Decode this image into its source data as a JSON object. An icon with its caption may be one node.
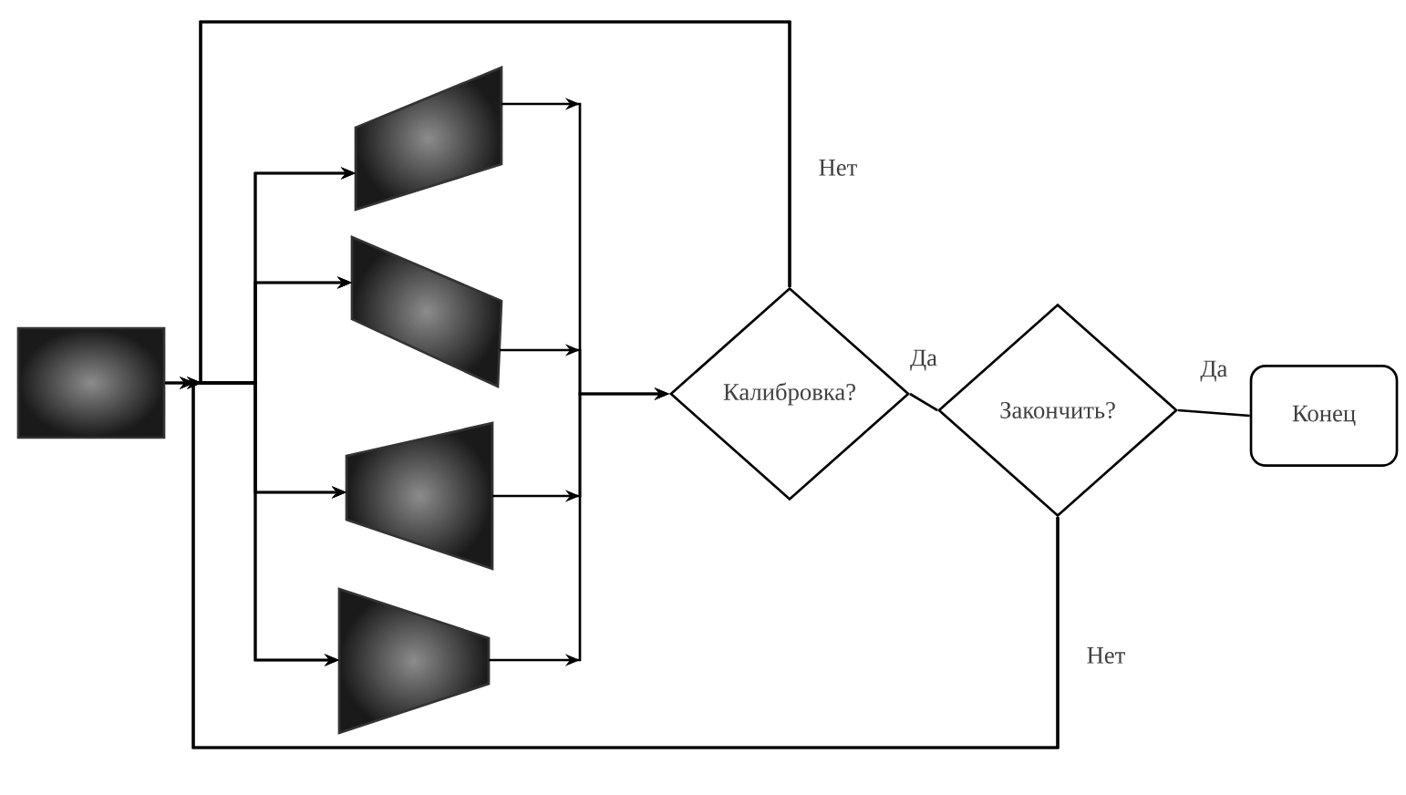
{
  "diagram": {
    "nodes": [
      {
        "text": [],
        "shape": "box"
      },
      {
        "text": [],
        "shape": "parallelogram"
      },
      {
        "text": [],
        "shape": "parallelogram"
      },
      {
        "text": [],
        "shape": "trapezoid"
      },
      {
        "text": [],
        "shape": "trapezoid"
      },
      {
        "text": [
          "Калибровка?"
        ]
      },
      {
        "text": [
          "Закончить?"
        ]
      },
      {
        "text": [
          "Конец"
        ]
      }
    ],
    "edges": [
      {
        "from": 0,
        "to": 1,
        "arrow": "to"
      },
      {
        "from": 0,
        "to": 2,
        "arrow": "to"
      },
      {
        "from": 0,
        "to": 3,
        "arrow": "to"
      },
      {
        "from": 0,
        "to": 4,
        "arrow": "to"
      },
      {
        "from": 1,
        "to": 5,
        "arrow": "to"
      },
      {
        "from": 2,
        "to": 5,
        "arrow": "to"
      },
      {
        "from": 3,
        "to": 5,
        "arrow": "to"
      },
      {
        "from": 4,
        "to": 5,
        "arrow": "to"
      },
      {
        "from": 5,
        "to": 6,
        "arrow": "none",
        "label": "Да"
      },
      {
        "from": 6,
        "to": 7,
        "arrow": "none",
        "label": "Да"
      },
      {
        "from": 5,
        "to": 1,
        "arrow": "to",
        "label": "Нет"
      },
      {
        "from": 5,
        "to": 2,
        "arrow": "to"
      },
      {
        "from": 5,
        "to": 3,
        "arrow": "to"
      },
      {
        "from": 5,
        "to": 4,
        "arrow": "to"
      },
      {
        "from": 6,
        "to": 1,
        "arrow": "to",
        "label": "Нет"
      },
      {
        "from": 6,
        "to": 2,
        "arrow": "to"
      },
      {
        "from": 6,
        "to": 3,
        "arrow": "to"
      },
      {
        "from": 6,
        "to": 4,
        "arrow": "to"
      }
    ]
  }
}
